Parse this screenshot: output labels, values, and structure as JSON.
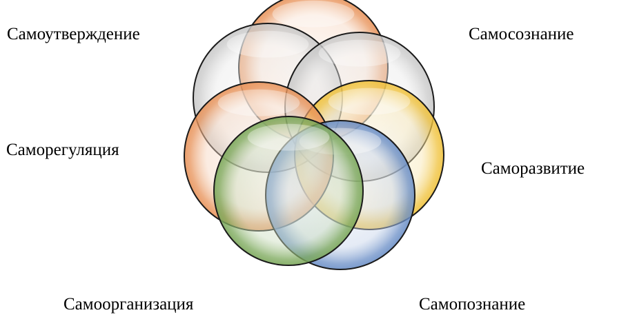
{
  "labels": [
    "Самоутверждение",
    "Самосознание",
    "Саморегуляция",
    "Саморазвитие",
    "Самоорганизация",
    "Самопознание"
  ],
  "circles": [
    {
      "color": "#e8935a"
    },
    {
      "color": "#c9c9c9"
    },
    {
      "color": "#c9c9c9"
    },
    {
      "color": "#f0c23c"
    },
    {
      "color": "#e8935a"
    },
    {
      "color": "#6b8fc7"
    },
    {
      "color": "#7ba85a"
    }
  ]
}
